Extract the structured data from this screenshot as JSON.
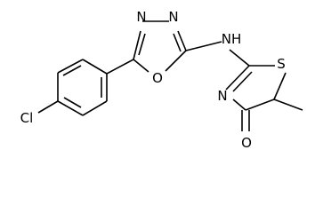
{
  "molecule": {
    "atoms": {
      "cl": "Cl",
      "o_ring": "O",
      "n_ring_left": "N",
      "n_ring_right": "N",
      "nh": "NH",
      "s_ring": "S",
      "n_thiazole": "N",
      "o_carbonyl": "O"
    }
  }
}
